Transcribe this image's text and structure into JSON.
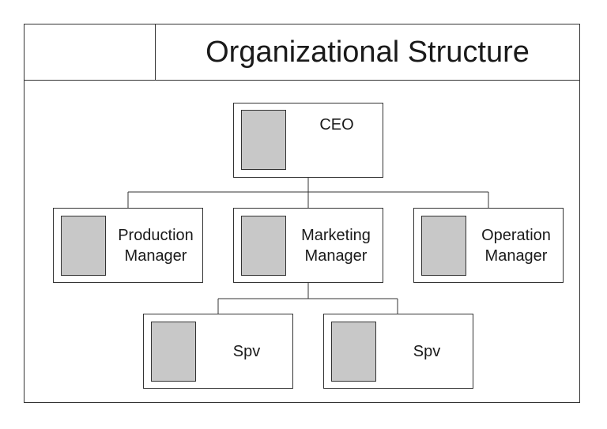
{
  "header": {
    "title": "Organizational Structure"
  },
  "org": {
    "ceo": {
      "label": "CEO"
    },
    "managers": [
      {
        "line1": "Production",
        "line2": "Manager"
      },
      {
        "line1": "Marketing",
        "line2": "Manager"
      },
      {
        "line1": "Operation",
        "line2": "Manager"
      }
    ],
    "supervisors": [
      {
        "label": "Spv"
      },
      {
        "label": "Spv"
      }
    ]
  },
  "colors": {
    "photo_placeholder": "#c8c8c8",
    "border": "#333333"
  }
}
